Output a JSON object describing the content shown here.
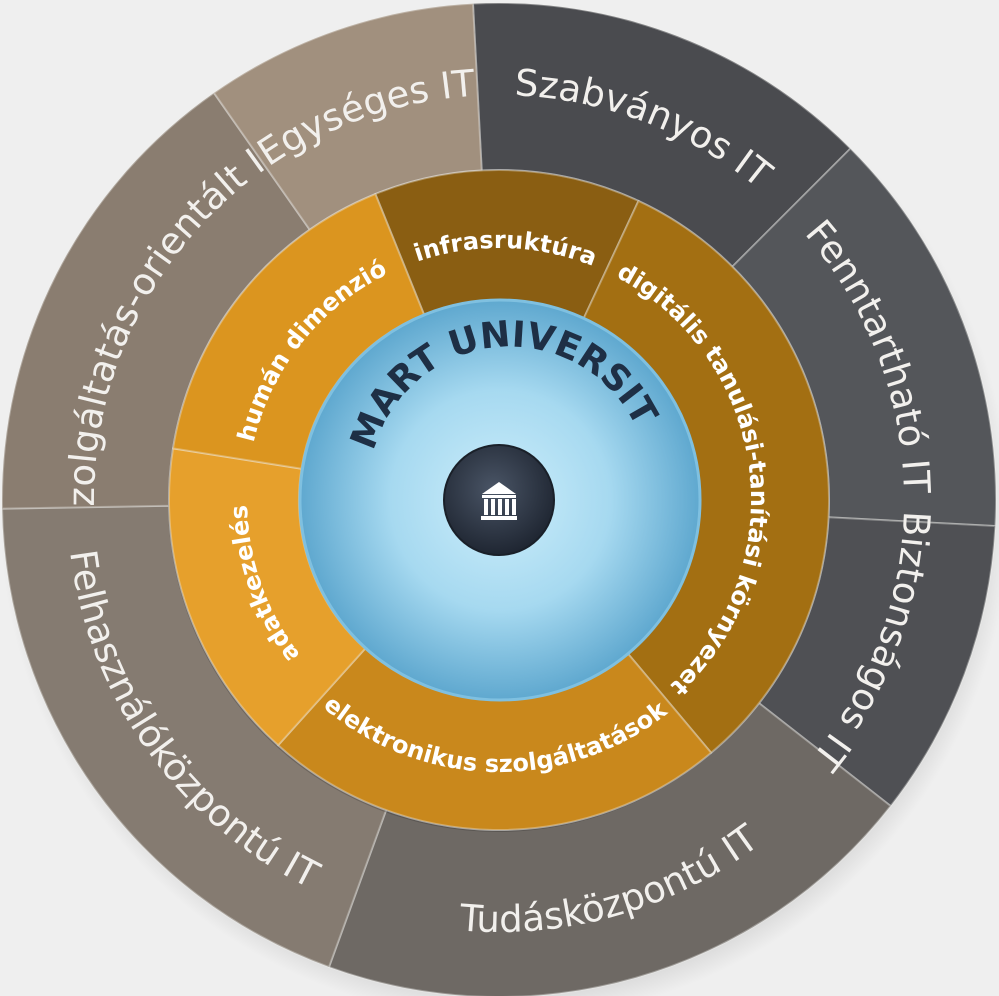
{
  "center": {
    "title": "SMART UNIVERSITY",
    "icon": "university-building-icon"
  },
  "outer_ring": {
    "segments": [
      {
        "label": "Szabványos IT",
        "color": "#4a4b4f"
      },
      {
        "label": "Fenntartható IT",
        "color": "#54565a"
      },
      {
        "label": "Biztonságos IT",
        "color": "#4f5054"
      },
      {
        "label": "Tudásközpontú IT",
        "color": "#6e6964"
      },
      {
        "label": "Felhasználóközpontú IT",
        "color": "#857b71"
      },
      {
        "label": "Szolgáltatás-orientált IT",
        "color": "#8a7d70"
      },
      {
        "label": "Egységes IT",
        "color": "#a1907e"
      }
    ]
  },
  "middle_ring": {
    "segments": [
      {
        "label": "infrasruktúra",
        "color": "#8a5e12"
      },
      {
        "label": "digitális tanulási-tanítási környezet",
        "color": "#a36f12"
      },
      {
        "label": "elektronikus szolgáltatások",
        "color": "#c9881c"
      },
      {
        "label": "adatkezelés",
        "color": "#e6a02c"
      },
      {
        "label": "humán dimenzió",
        "color": "#db951f"
      }
    ]
  },
  "colors": {
    "background": "#efefef",
    "separator": "#f2f0ed",
    "inner_light": "#b9e4f6",
    "inner_dark": "#5fa8cf",
    "title": "#1e2f45",
    "button": "#2c3441"
  }
}
